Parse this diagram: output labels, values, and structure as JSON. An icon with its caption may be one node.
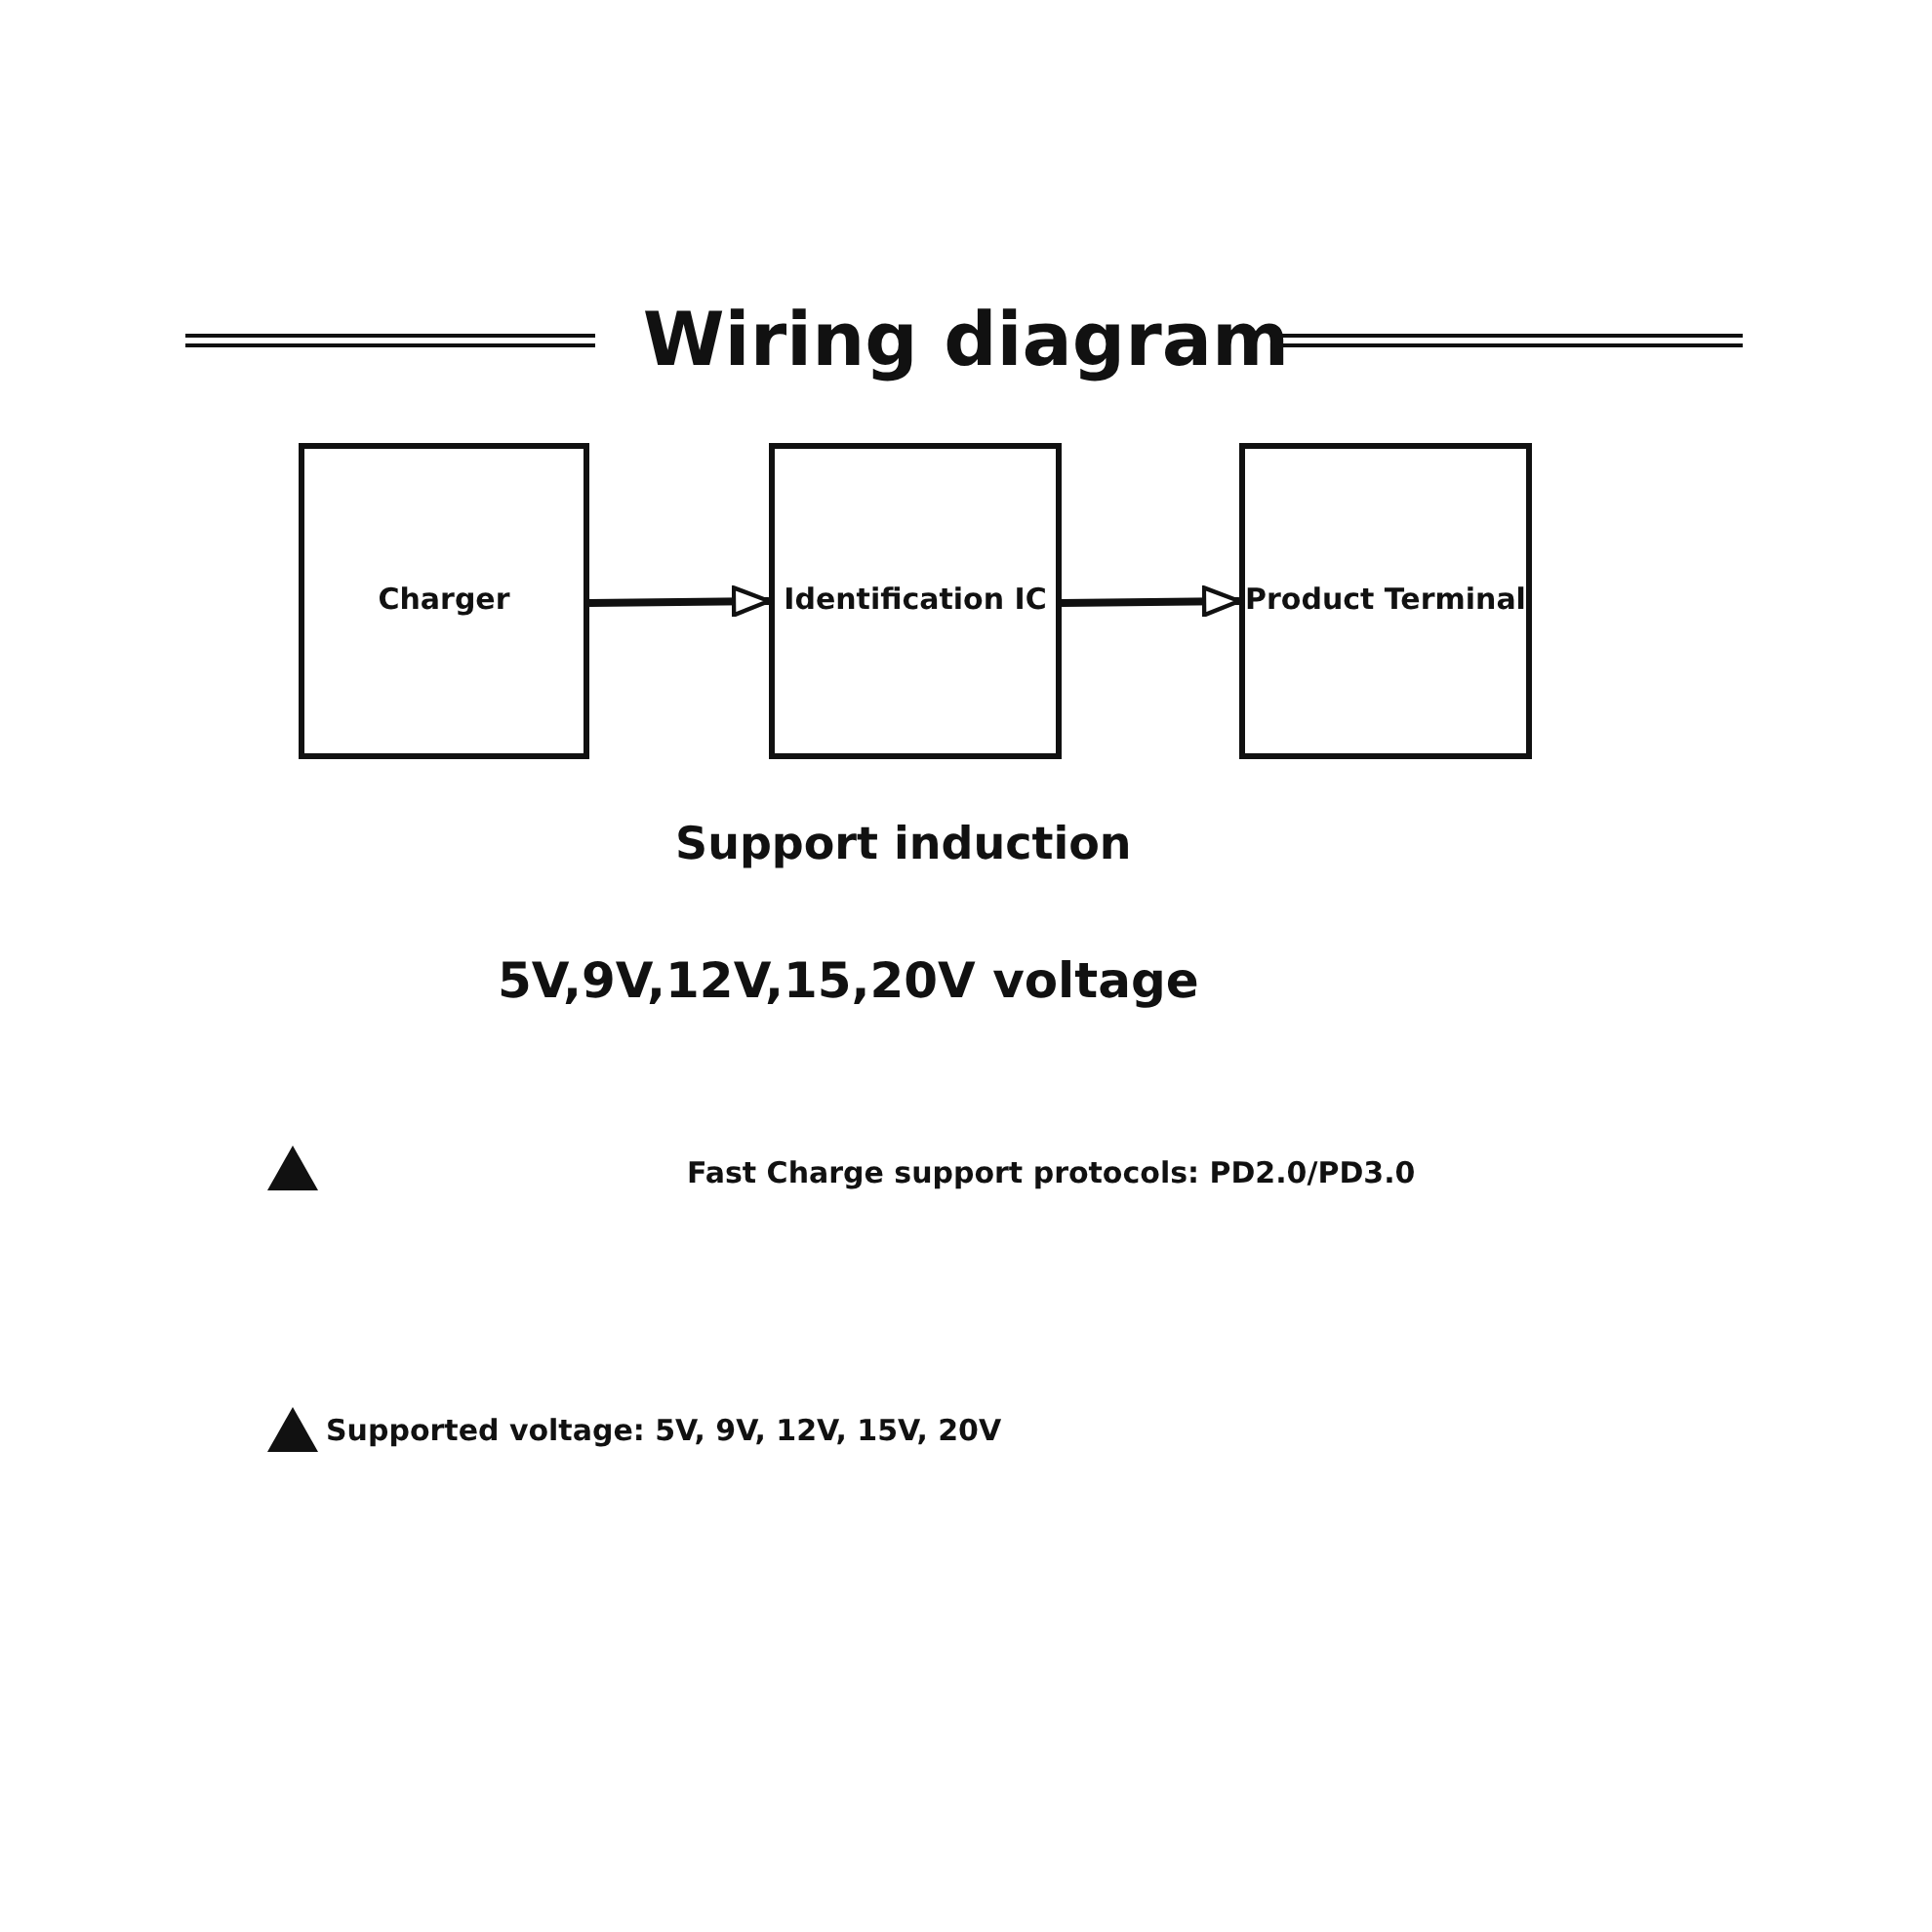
{
  "diagram": {
    "title": "Wiring diagram",
    "nodes": [
      {
        "text": [
          "Charger"
        ]
      },
      {
        "text": [
          "Identification IC"
        ]
      },
      {
        "text": [
          "Product Terminal"
        ]
      }
    ],
    "edges": [
      {
        "from": 0,
        "to": 1,
        "arrow": "to"
      },
      {
        "from": 1,
        "to": 2,
        "arrow": "to"
      }
    ],
    "labels": [
      "Support induction",
      "5V,9V,12V,15,20V voltage",
      "Fast Charge support protocols: PD2.0/PD3.0",
      "Supported voltage: 5V, 9V, 12V, 15V, 20V"
    ]
  }
}
